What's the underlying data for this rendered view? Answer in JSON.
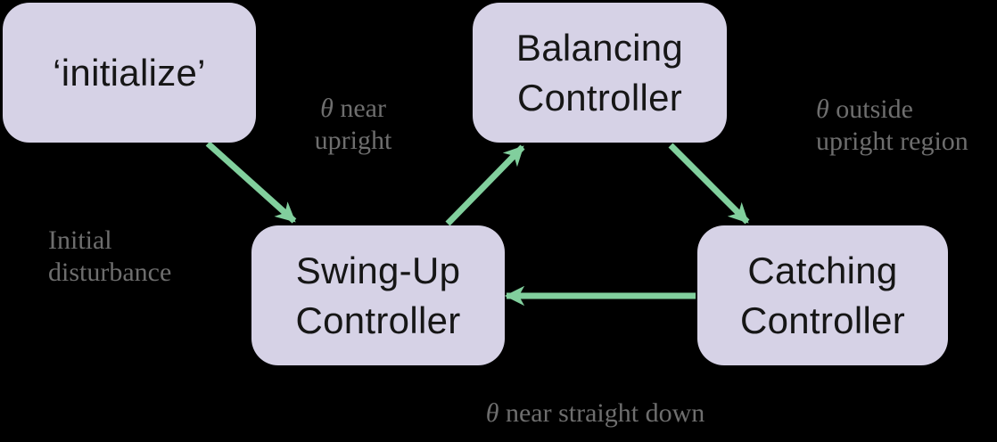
{
  "colors": {
    "background": "#000000",
    "node_fill": "#d6d2e6",
    "node_text": "#161616",
    "arrow_green": "#81cf9d",
    "edge_label_text": "#6e6e6e"
  },
  "nodes": {
    "initialize": {
      "line1": "‘initialize’"
    },
    "balancing": {
      "line1": "Balancing",
      "line2": "Controller"
    },
    "swing_up": {
      "line1": "Swing-Up",
      "line2": "Controller"
    },
    "catching": {
      "line1": "Catching",
      "line2": "Controller"
    }
  },
  "edge_labels": {
    "near_upright": {
      "theta": "θ",
      "after_theta": " near",
      "line2": "upright"
    },
    "outside_upright": {
      "theta": "θ",
      "after_theta": " outside",
      "line2": "upright region"
    },
    "initial_disturbance": {
      "line1": "Initial",
      "line2": "disturbance"
    },
    "near_straight_down": {
      "theta": "θ",
      "after_theta": " near straight down"
    }
  },
  "edges": [
    {
      "from": "initialize",
      "to": "swing_up",
      "label": "Initial disturbance"
    },
    {
      "from": "swing_up",
      "to": "balancing",
      "label": "θ near upright"
    },
    {
      "from": "balancing",
      "to": "catching",
      "label": "θ outside upright region"
    },
    {
      "from": "catching",
      "to": "swing_up",
      "label": "θ near straight down"
    }
  ]
}
